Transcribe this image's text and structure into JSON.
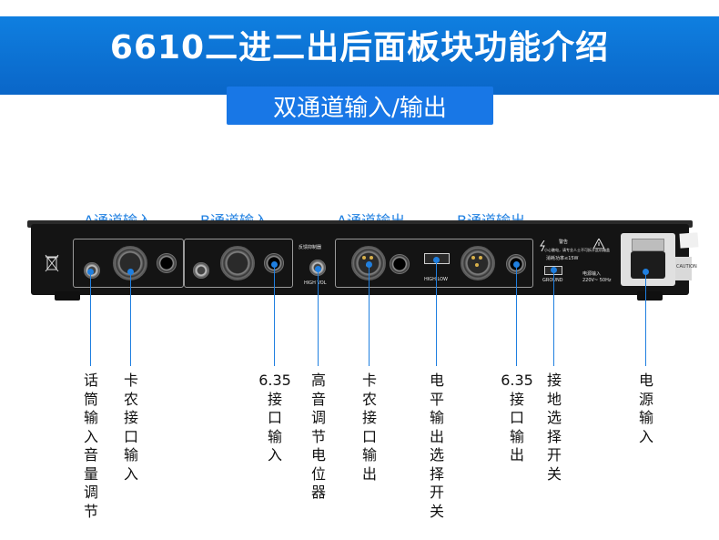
{
  "title": "6610二进二出后面板块功能介绍",
  "subtitle": "双通道输入/输出",
  "section_labels": {
    "a_in": "A通道输入",
    "b_in": "B通道输入",
    "a_out": "A通道输出",
    "b_out": "B通道输出"
  },
  "device_markings": {
    "feedback": "反馈抑制器",
    "hi_vol": "HIGH VOL",
    "level": "HIGH LOW",
    "ground": "GROUND",
    "warning": "警告",
    "warning_body": "小心触电，请专业人士不可拆开此机箱盖",
    "power_rating": "消耗功率≤15W",
    "power_in": "电源输入",
    "mains": "220V~ 50Hz",
    "caution": "CAUTION"
  },
  "annotations": [
    {
      "id": "mic-volume",
      "text": "话筒输入音量调节"
    },
    {
      "id": "xlr-input",
      "text": "卡农接口输入"
    },
    {
      "id": "jack-input",
      "text": "6.35接口输入"
    },
    {
      "id": "treble-pot",
      "text": "高音调节电位器"
    },
    {
      "id": "xlr-output",
      "text": "卡农接口输出"
    },
    {
      "id": "level-switch",
      "text": "电平输出选择开关"
    },
    {
      "id": "jack-output",
      "text": "6.35接口输出"
    },
    {
      "id": "ground-switch",
      "text": "接地选择开关"
    },
    {
      "id": "power-input",
      "text": "电源输入"
    }
  ],
  "colors": {
    "accent": "#1f7fe0",
    "band": "#0a66c8"
  }
}
